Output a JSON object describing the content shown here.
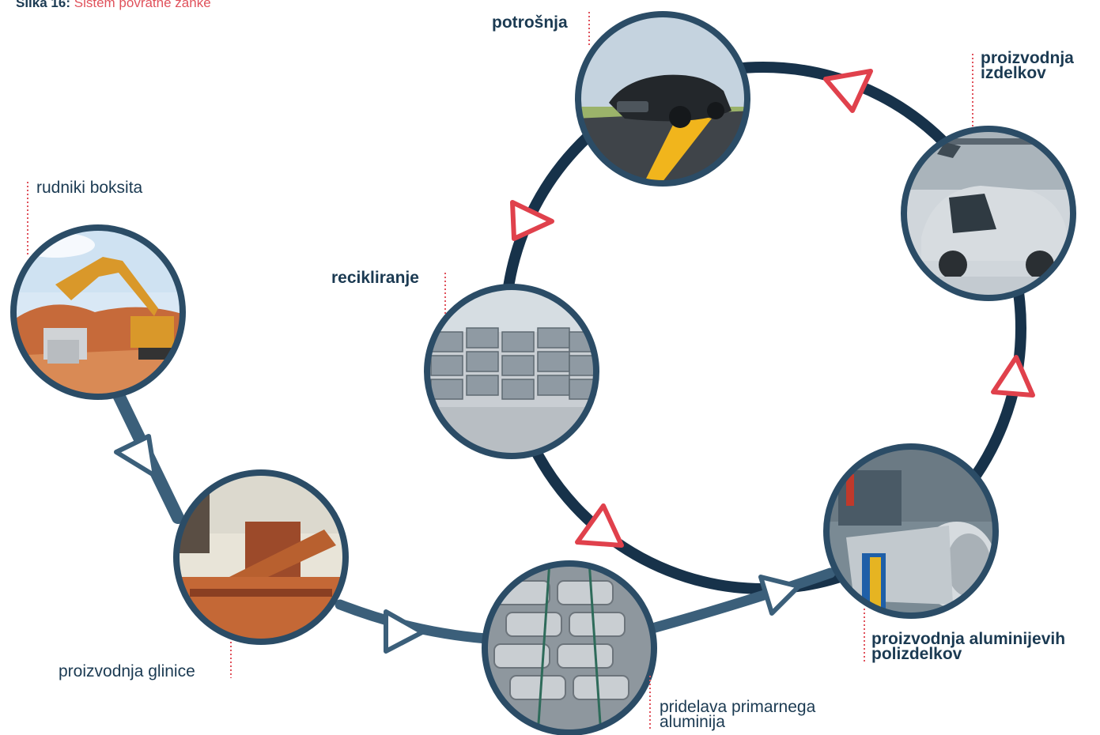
{
  "caption": {
    "number": "Slika 16:",
    "text": "Sistem povratne zanke"
  },
  "stages": {
    "bauxite_mining": {
      "label": "rudniki boksita"
    },
    "alumina_production": {
      "label": "proizvodnja glinice"
    },
    "primary_aluminium": {
      "lines": [
        "pridelava primarnega",
        "aluminija"
      ]
    },
    "semi_products": {
      "lines": [
        "proizvodnja aluminijevih",
        "polizdelkov"
      ]
    },
    "product_manufacturing": {
      "lines": [
        "proizvodnja",
        "izdelkov"
      ]
    },
    "consumption": {
      "label": "potrošnja"
    },
    "recycling": {
      "label": "recikliranje"
    }
  },
  "colors": {
    "loop_line": "#17324a",
    "linear_line": "#3b5f7a",
    "accent_arrow": "#e0414c",
    "circle_border": "#2b4c66",
    "label_text": "#1b3a52",
    "leader_dots": "#e0525c"
  }
}
